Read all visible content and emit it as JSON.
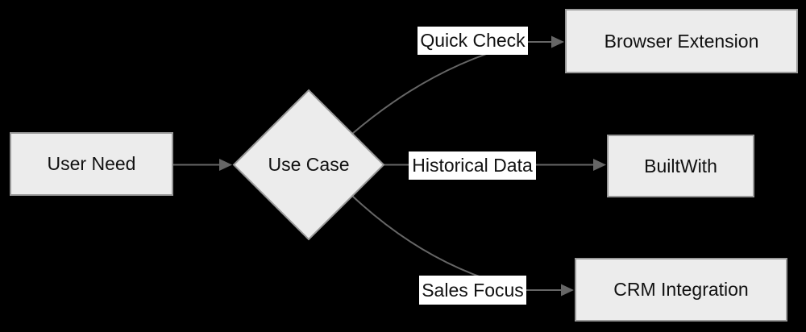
{
  "diagram": {
    "type": "flowchart",
    "direction": "left-to-right",
    "nodes": [
      {
        "id": "user-need",
        "label": "User Need",
        "shape": "rectangle"
      },
      {
        "id": "use-case",
        "label": "Use Case",
        "shape": "diamond"
      },
      {
        "id": "browser-extension",
        "label": "Browser Extension",
        "shape": "rectangle"
      },
      {
        "id": "builtwith",
        "label": "BuiltWith",
        "shape": "rectangle"
      },
      {
        "id": "crm-integration",
        "label": "CRM Integration",
        "shape": "rectangle"
      }
    ],
    "edges": [
      {
        "from": "user-need",
        "to": "use-case",
        "label": ""
      },
      {
        "from": "use-case",
        "to": "browser-extension",
        "label": "Quick Check"
      },
      {
        "from": "use-case",
        "to": "builtwith",
        "label": "Historical Data"
      },
      {
        "from": "use-case",
        "to": "crm-integration",
        "label": "Sales Focus"
      }
    ]
  },
  "colors": {
    "background": "#000000",
    "node_fill": "#ececec",
    "node_border": "#999999",
    "edge_line": "#666666",
    "edge_label_background": "#ffffff",
    "text": "#111111"
  }
}
